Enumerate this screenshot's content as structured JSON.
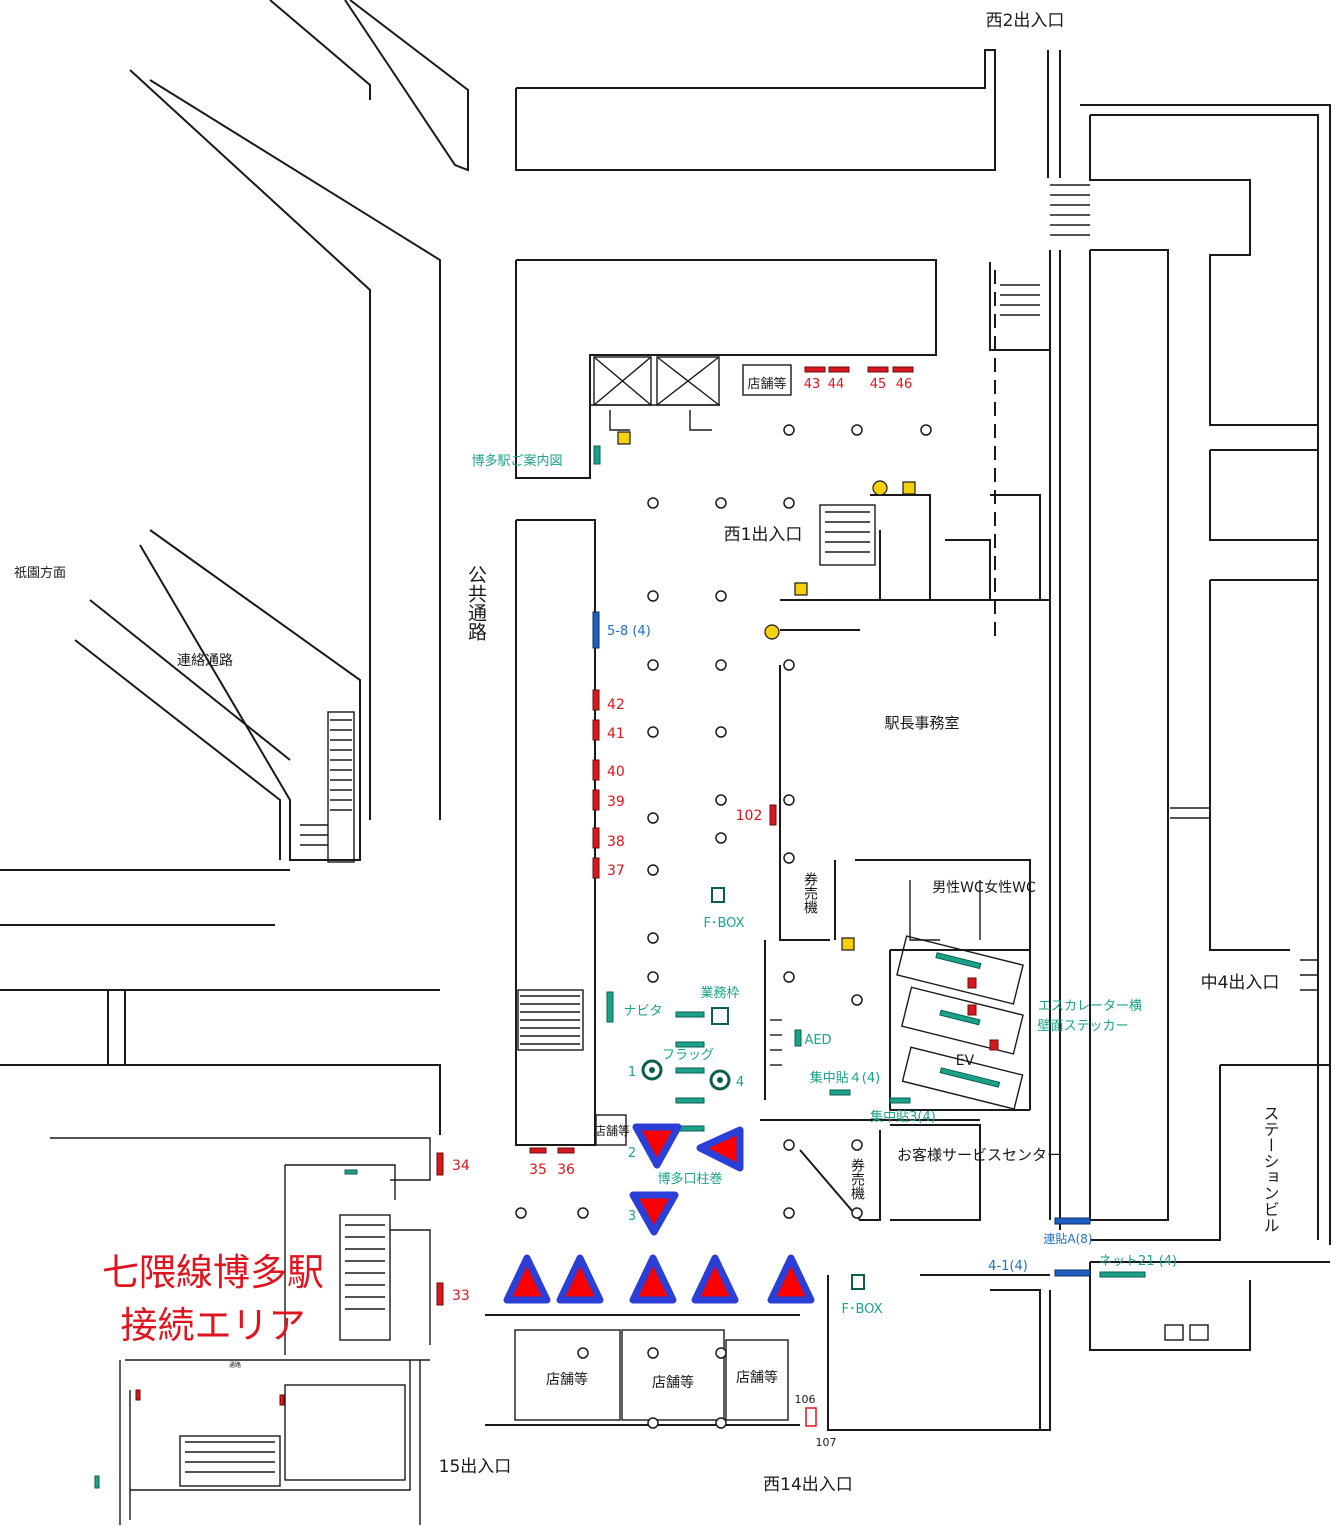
{
  "entrances": {
    "west2": "西2出入口",
    "west1": "西1出入口",
    "west14": "西14出入口",
    "west15": "15出入口",
    "naka4": "中4出入口"
  },
  "areas": {
    "gion": "祇園方面",
    "renraku": "連絡通路",
    "kokyo": "公共通路",
    "station_office": "駅長事務室",
    "ticket_machine": "券売機",
    "mens_wc": "男性WC",
    "womens_wc": "女性WC",
    "ev": "EV",
    "customer_service": "お客様サービスセンター",
    "station_building": "ステーションビル",
    "shop": "店舗等",
    "renraku_small": "通路"
  },
  "facilities": {
    "hakata_guide": "博多駅ご案内図",
    "fbox": "F･BOX",
    "gyomu": "業務枠",
    "navita": "ナビタ",
    "flag": "フラッグ",
    "aed": "AED",
    "shuchu4": "集中貼４(4)",
    "shuchu3": "集中貼3(4)",
    "hakataguchi": "博多口柱巻",
    "escalator_side": "エスカレーター横",
    "wall_sticker": "壁面ステッカー",
    "renchoA": "連貼A(8)",
    "net21": "ネット21 (4)",
    "ad_58": "5-8 (4)",
    "ad_41": "4-1(4)"
  },
  "ad_numbers_red": [
    "43",
    "44",
    "45",
    "46",
    "42",
    "41",
    "40",
    "39",
    "38",
    "37",
    "102",
    "34",
    "35",
    "36",
    "33",
    "106"
  ],
  "ad_numbers_black": [
    "107"
  ],
  "flag_numbers": [
    "1",
    "4",
    "2",
    "3"
  ],
  "connection_area": {
    "line1": "七隈線博多駅",
    "line2": "接続エリア"
  },
  "colors": {
    "red": "#e0141e",
    "teal": "#1aa38a",
    "blue": "#1f6fc4",
    "marker_red": "#ff0000",
    "marker_blue": "#2a3fd8"
  }
}
